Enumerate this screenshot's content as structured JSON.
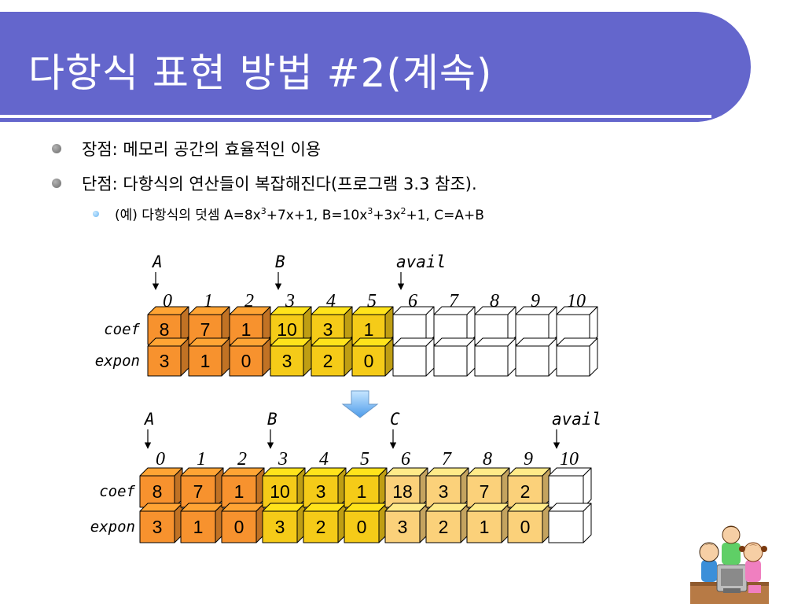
{
  "slide": {
    "title": "다항식 표현 방법 #2(계속)"
  },
  "bullets": [
    {
      "text": "장점: 메모리 공간의 효율적인 이용"
    },
    {
      "text": "단점: 다항식의 연산들이 복잡해진다(프로그램 3.3 참조)."
    }
  ],
  "sub_bullet": {
    "prefix": "(예) 다항식의 덧셈 A=8x",
    "s1": "3",
    "m1": "+7x+1,  B=10x",
    "s2": "3",
    "m2": "+3x",
    "s3": "2",
    "m3": "+1,  C=A+B"
  },
  "colors": {
    "title_bg": "#6466cc",
    "a_terms": "#f7922e",
    "b_terms": "#f5cb18",
    "c_terms": "#fbd17a",
    "empty": "#ffffff"
  },
  "icons": {
    "transition_arrow": "down-arrow-icon",
    "clipart": "children-at-computer-clipart"
  },
  "array_before": {
    "row_labels": {
      "coef": "coef",
      "expon": "expon"
    },
    "indices": [
      "0",
      "1",
      "2",
      "3",
      "4",
      "5",
      "6",
      "7",
      "8",
      "9",
      "10"
    ],
    "coef": [
      "8",
      "7",
      "1",
      "10",
      "3",
      "1",
      "",
      "",
      "",
      "",
      ""
    ],
    "expon": [
      "3",
      "1",
      "0",
      "3",
      "2",
      "0",
      "",
      "",
      "",
      "",
      ""
    ],
    "groups": [
      "a",
      "a",
      "a",
      "b",
      "b",
      "b",
      "e",
      "e",
      "e",
      "e",
      "e"
    ],
    "pointers": [
      {
        "label": "A",
        "index": 0
      },
      {
        "label": "B",
        "index": 3
      },
      {
        "label": "avail",
        "index": 6
      }
    ]
  },
  "array_after": {
    "row_labels": {
      "coef": "coef",
      "expon": "expon"
    },
    "indices": [
      "0",
      "1",
      "2",
      "3",
      "4",
      "5",
      "6",
      "7",
      "8",
      "9",
      "10"
    ],
    "coef": [
      "8",
      "7",
      "1",
      "10",
      "3",
      "1",
      "18",
      "3",
      "7",
      "2",
      ""
    ],
    "expon": [
      "3",
      "1",
      "0",
      "3",
      "2",
      "0",
      "3",
      "2",
      "1",
      "0",
      ""
    ],
    "groups": [
      "a",
      "a",
      "a",
      "b",
      "b",
      "b",
      "c",
      "c",
      "c",
      "c",
      "e"
    ],
    "pointers": [
      {
        "label": "A",
        "index": 0
      },
      {
        "label": "B",
        "index": 3
      },
      {
        "label": "C",
        "index": 6
      },
      {
        "label": "avail",
        "index": 10
      }
    ]
  }
}
